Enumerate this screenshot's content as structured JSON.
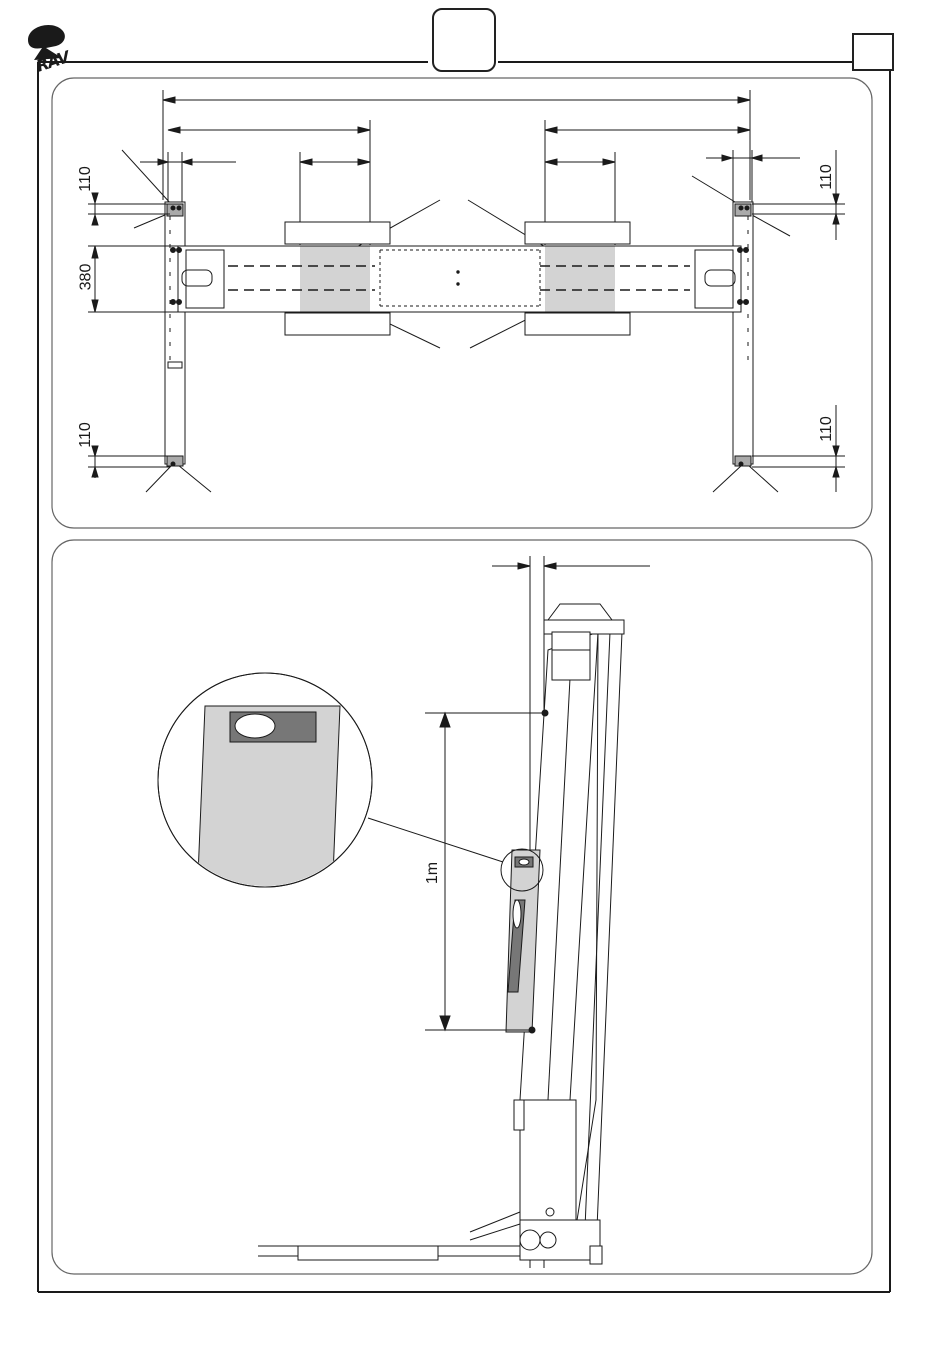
{
  "header": {
    "logo_text": "RAV",
    "operator_icon": "operator-person-icon",
    "page_box_text": ""
  },
  "top_panel": {
    "dimension_labels": {
      "top_left_pad": "110",
      "left_beam_width": "380",
      "bottom_left_pad": "110",
      "top_right_pad": "110",
      "bottom_right_pad": "110"
    }
  },
  "bottom_panel": {
    "height_label": "1m"
  },
  "colors": {
    "line": "#1a1a1a",
    "highlight": "#d3d3d3",
    "dark_fill": "#777777",
    "panel_border": "#555555"
  }
}
